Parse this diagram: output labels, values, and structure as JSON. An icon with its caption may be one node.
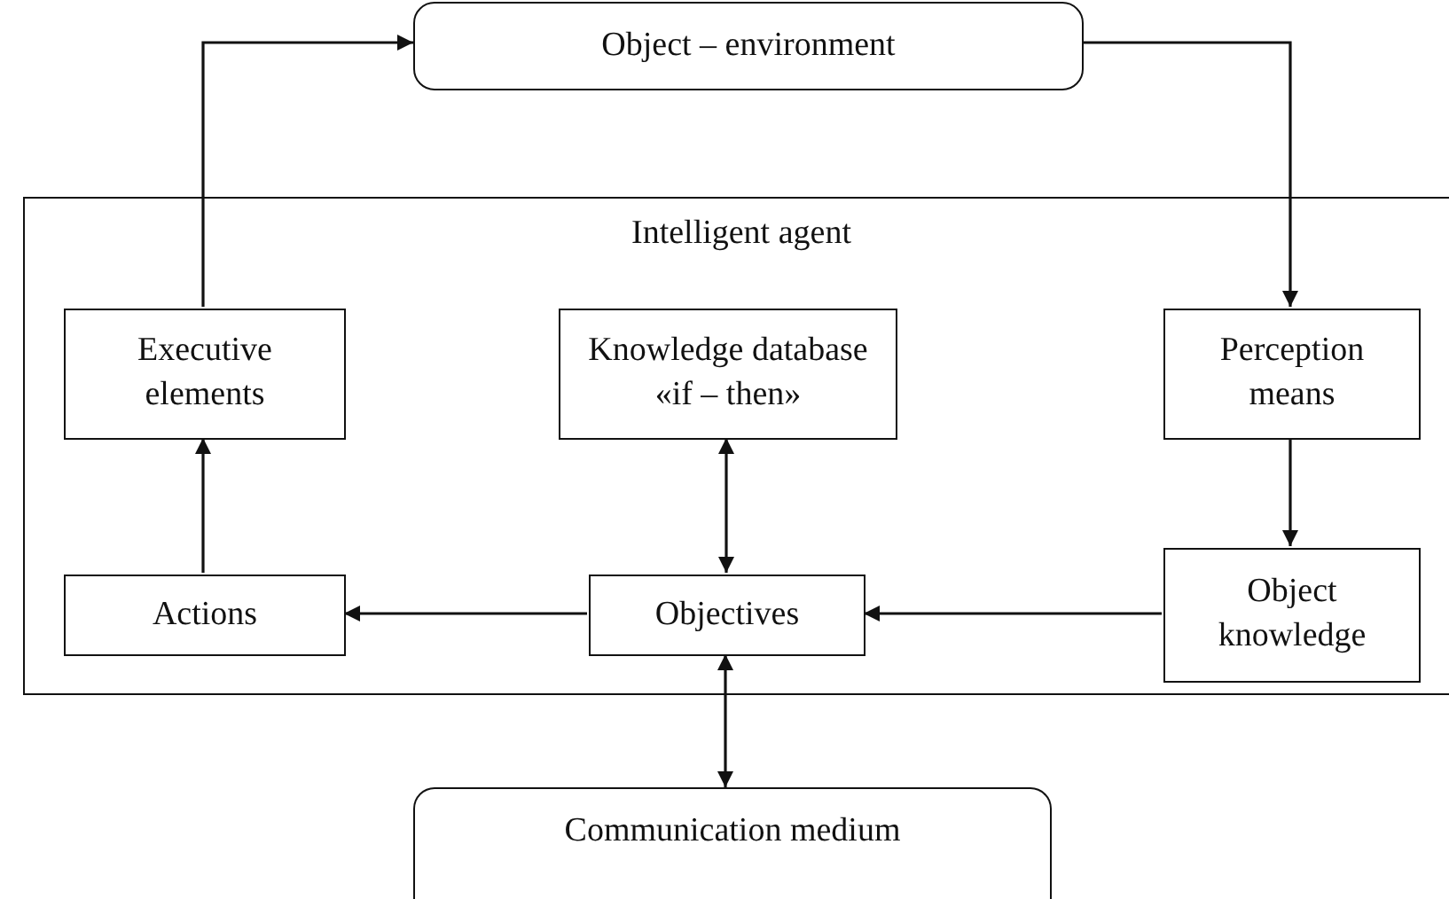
{
  "diagram": {
    "nodes": [
      {
        "text": [
          "Object – environment"
        ]
      },
      {
        "text": [
          "Intelligent agent"
        ]
      },
      {
        "text": [
          "Executive elements"
        ],
        "in": 1
      },
      {
        "text": [
          "Knowledge database «if – then»"
        ],
        "in": 1
      },
      {
        "text": [
          "Perception means"
        ],
        "in": 1
      },
      {
        "text": [
          "Actions"
        ],
        "in": 1
      },
      {
        "text": [
          "Objectives"
        ],
        "in": 1
      },
      {
        "text": [
          "Object knowledge"
        ],
        "in": 1
      },
      {
        "text": [
          "Communication medium"
        ]
      }
    ],
    "edges": [
      {
        "from": 2,
        "to": 0,
        "arrow": "to"
      },
      {
        "from": 0,
        "to": 4,
        "arrow": "to"
      },
      {
        "from": 4,
        "to": 7,
        "arrow": "to"
      },
      {
        "from": 7,
        "to": 6,
        "arrow": "to"
      },
      {
        "from": 6,
        "to": 5,
        "arrow": "to"
      },
      {
        "from": 5,
        "to": 2,
        "arrow": "to"
      },
      {
        "from": 3,
        "to": 6,
        "arrow": "both"
      },
      {
        "from": 6,
        "to": 8,
        "arrow": "both"
      }
    ]
  }
}
